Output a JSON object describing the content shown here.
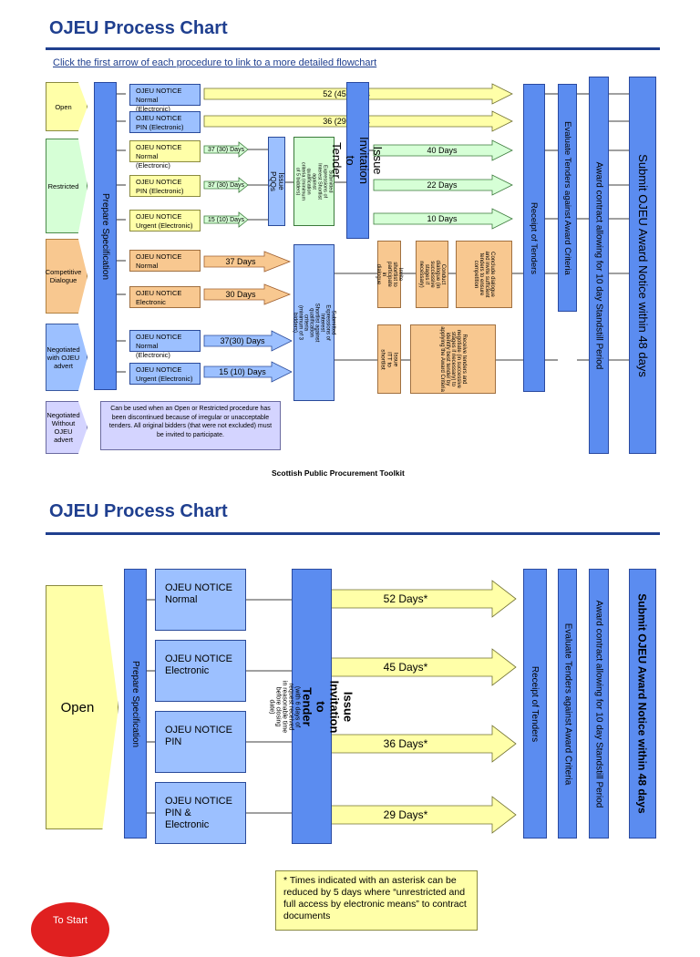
{
  "top": {
    "title": "OJEU Process Chart",
    "link": "Click the first arrow of each procedure to link to a more detailed flowchart",
    "procedures": {
      "open": "Open",
      "restricted": "Restricted",
      "competitive": "Competitive Dialogue",
      "negotiated": "Negotiated with OJEU advert",
      "negotiated_without": "Negotiated Without OJEU advert"
    },
    "prepare": "Prepare Specification",
    "notices": [
      "OJEU NOTICE Normal (Electronic)",
      "OJEU NOTICE PIN (Electronic)",
      "OJEU NOTICE Normal (Electronic)",
      "OJEU NOTICE PIN (Electronic)",
      "OJEU NOTICE Urgent (Electronic)",
      "OJEU NOTICE Normal",
      "OJEU NOTICE Electronic",
      "OJEU NOTICE Normal (Electronic)",
      "OJEU NOTICE Urgent (Electronic)"
    ],
    "days": {
      "open_normal": "52 (45) Days",
      "open_pin": "36 (29) Days",
      "r1": "37 (30) Days",
      "r2": "37 (30) Days",
      "r3": "15 (10) Days",
      "r1b": "40 Days",
      "r2b": "22 Days",
      "r3b": "10 Days",
      "c1": "37 Days",
      "c2": "30 Days",
      "n1": "37(30)  Days",
      "n2": "15 (10) Days"
    },
    "issue_pqqs": "Issue PQQs",
    "submitted_rest": "Submitted Expressions of Interest Shortlist against qualification criteria (minimum of 5 bidders)",
    "submitted_comp": "Submitted Expressions of Interest Shortlist against qualification criteria (minimum of 3 bidders)",
    "issue_itt": "Issue Invitation to Tender",
    "invite": "Invite shortlist to participate in dialogue",
    "conduct": "Conduct dialogue (in successive stages if necessary)",
    "conclude": "Conclude dialogue and invite sufficient tenders to ensure competition",
    "issue_itt_short": "Issue ITT to shortlist",
    "receive": "Receive tenders and negotiate (in successive stages if necessary) to identify best tender by applying the Award Criteria",
    "receipt": "Receipt of Tenders",
    "evaluate": "Evaluate Tenders against Award Criteria",
    "award": "Award contract allowing for 10 day Standstill Period",
    "submit": "Submit OJEU Award Notice within 48 days",
    "note": "Can be used when an Open or Restricted procedure has been discontinued because of irregular or unacceptable tenders. All original bidders (that were not excluded) must be invited to participate.",
    "toolkit": "Scottish Public Procurement  Toolkit"
  },
  "bottom": {
    "title": "OJEU Process Chart",
    "open": "Open",
    "prepare": "Prepare Specification",
    "notices": [
      "OJEU NOTICE Normal",
      "OJEU NOTICE Electronic",
      "OJEU NOTICE PIN",
      "OJEU NOTICE PIN & Electronic"
    ],
    "days": [
      "52 Days*",
      "45 Days*",
      "36 Days*",
      "29 Days*"
    ],
    "issue_itt": "Issue Invitation to Tender",
    "issue_itt_sub": "(with 6 days of request received in reasonable time before closing date)",
    "receipt": "Receipt of Tenders",
    "evaluate": "Evaluate Tenders against  Award Criteria",
    "award": "Award contract allowing for 10 day Standstill Period",
    "submit": "Submit OJEU Award Notice within 48 days",
    "footnote": "* Times indicated with an asterisk can be reduced by 5 days where “unrestricted and full access by electronic means” to contract documents",
    "to_start": "To Start"
  },
  "colors": {
    "title": "#1f3f8f",
    "bar": "#5b8cf0",
    "arrow_yellow": "#ffffa8",
    "arrow_green": "#d6ffd6",
    "arrow_orange": "#f8c890",
    "arrow_blue": "#9cc0ff",
    "button": "#e02020"
  }
}
